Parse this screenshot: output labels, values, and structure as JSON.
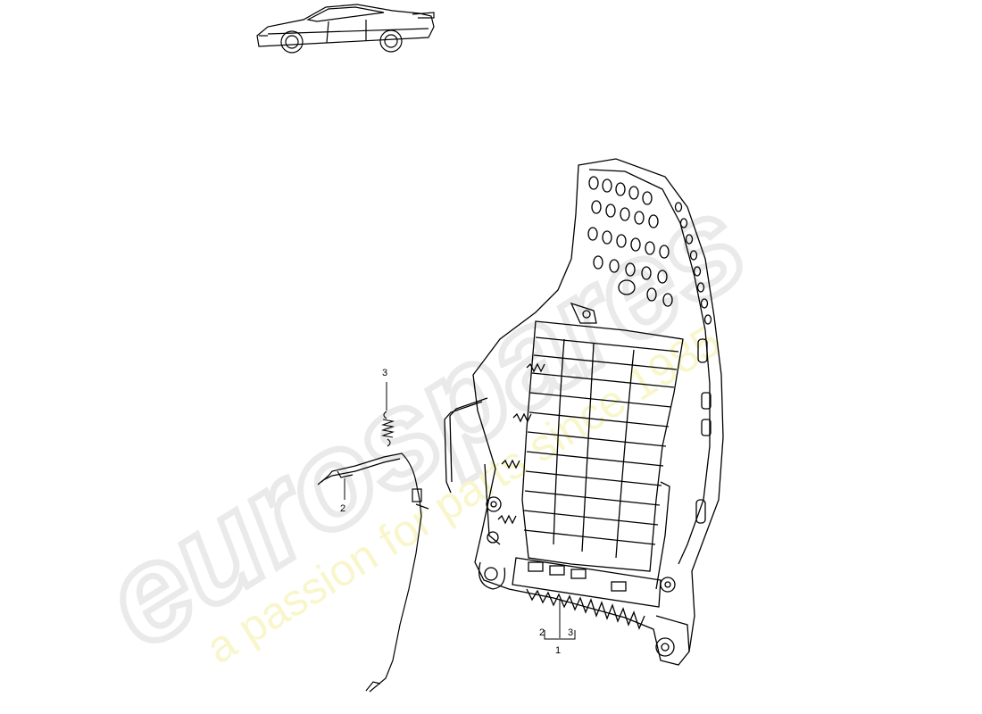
{
  "callouts": {
    "spring_label": "3",
    "cable_label": "2",
    "group_left": "2",
    "group_right": "3",
    "group_main": "1"
  },
  "watermark": {
    "brand": "eurospares",
    "tagline": "a passion for parts since 1985",
    "brand_color": "#d9d9d9",
    "tagline_color": "#f3f0a0"
  },
  "icons": {
    "vehicle": "car-side-view-icon",
    "seat_frame": "seat-backrest-frame-icon",
    "cable": "release-cable-icon",
    "spring": "tension-spring-icon"
  }
}
